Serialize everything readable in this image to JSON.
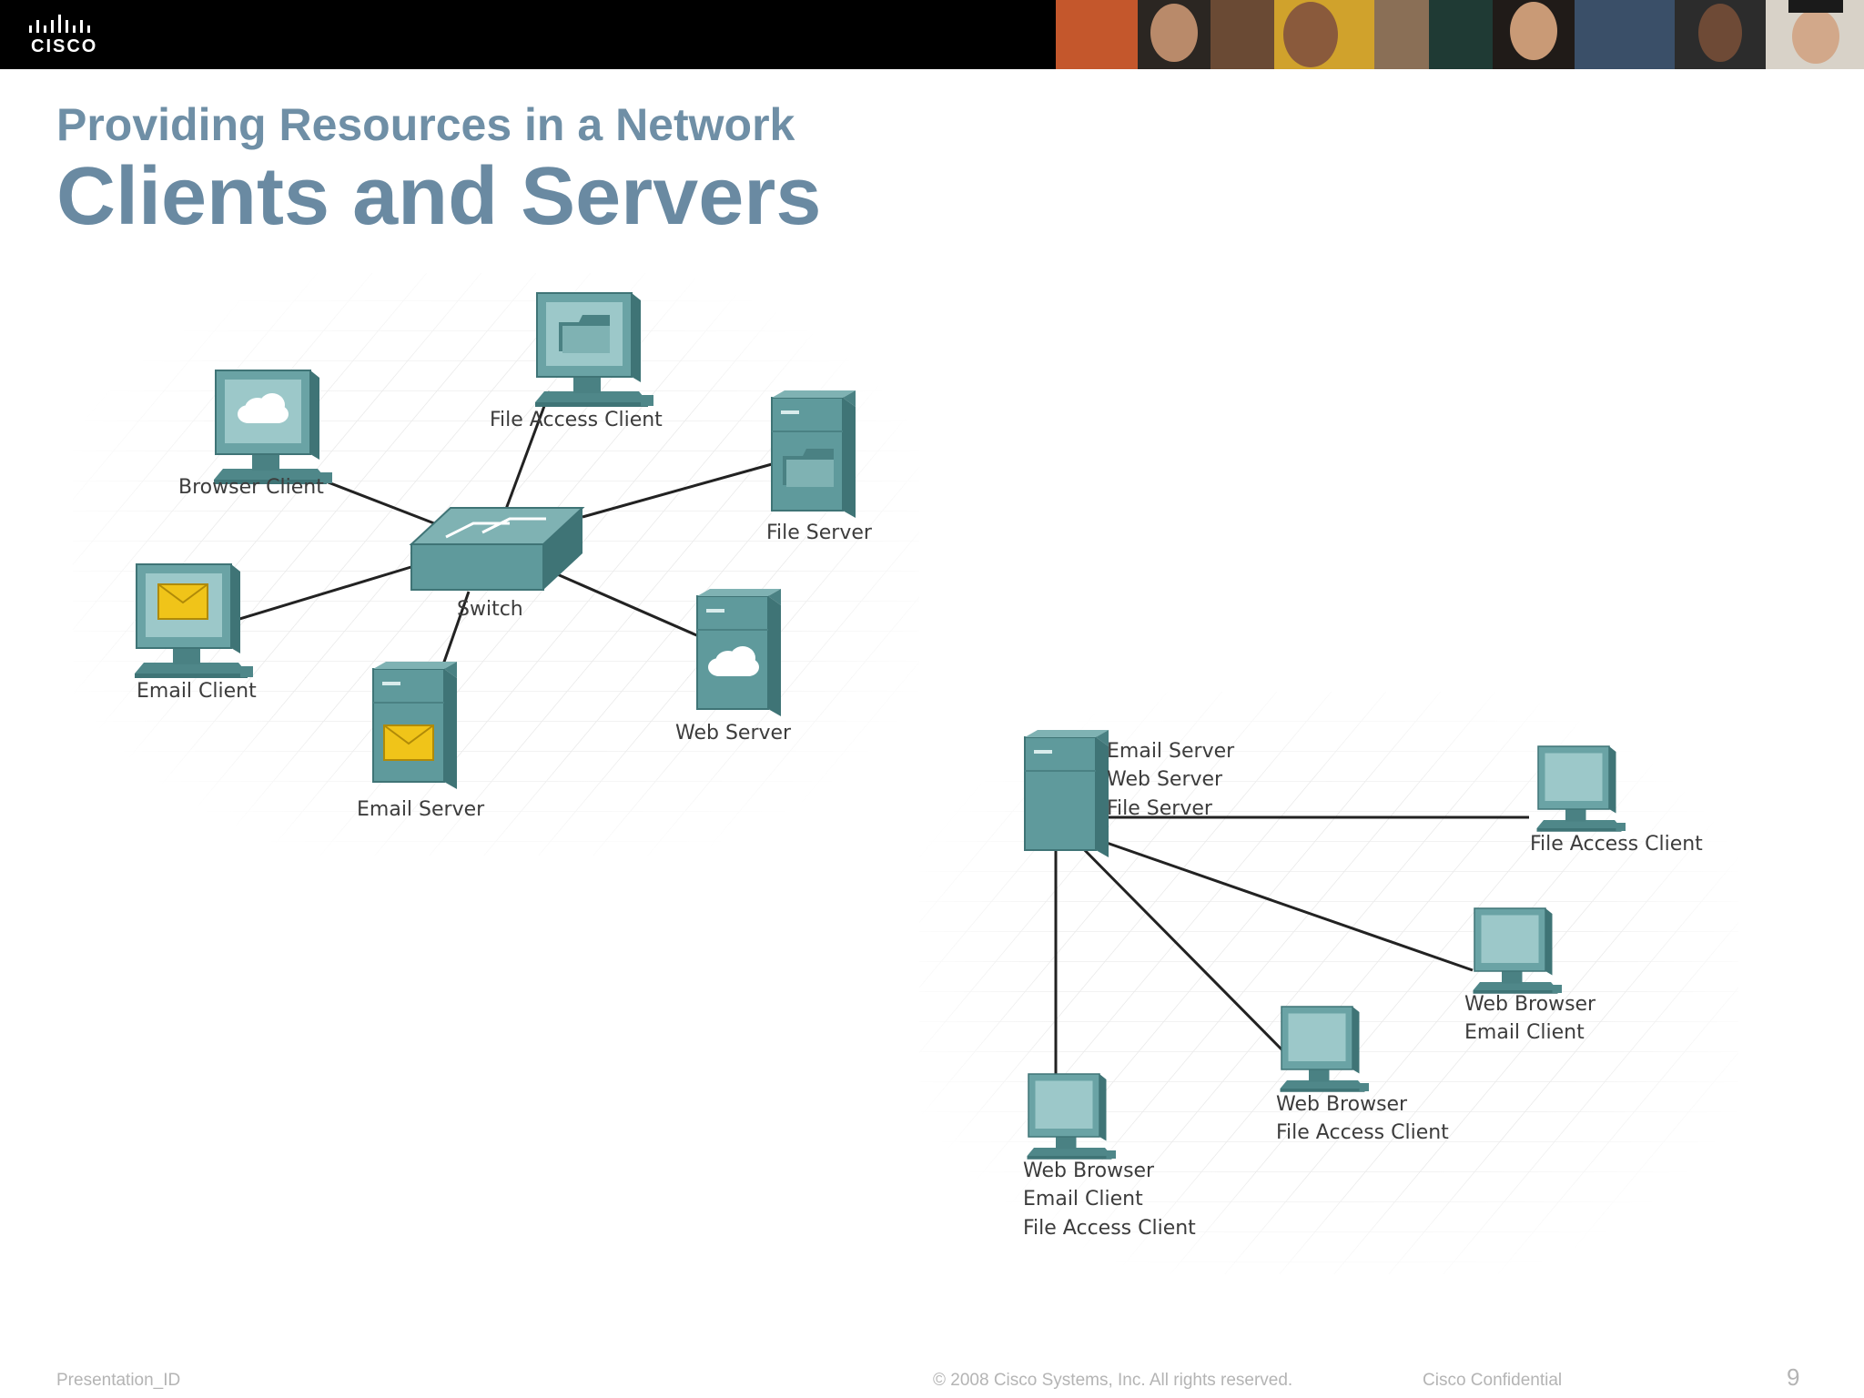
{
  "header": {
    "logo_text": "CISCO",
    "photo_colors": [
      "#c4572c",
      "#2b2622",
      "#6a4a34",
      "#d0a22c",
      "#8a6f56",
      "#1f3a34",
      "#201b18",
      "#3a4f68",
      "#d8d2c8",
      "#2c2c2c"
    ]
  },
  "slide": {
    "subtitle": "Providing Resources in a Network",
    "title": "Clients and Servers"
  },
  "diagram1": {
    "labels": {
      "file_access_client": "File Access Client",
      "browser_client": "Browser Client",
      "file_server": "File Server",
      "switch": "Switch",
      "email_client": "Email Client",
      "web_server": "Web Server",
      "email_server": "Email Server"
    }
  },
  "diagram2": {
    "server_lines": [
      "Email Server",
      "Web Server",
      "File Server"
    ],
    "client_a": [
      "File Access Client"
    ],
    "client_b": [
      "Web Browser",
      "Email Client"
    ],
    "client_c": [
      "Web Browser",
      "File Access Client"
    ],
    "client_d": [
      "Web Browser",
      "Email Client",
      "File Access Client"
    ]
  },
  "colors": {
    "device_teal": "#5f9a9c",
    "device_dark": "#3f7476",
    "device_light": "#88bcbd",
    "envelope": "#f0c419",
    "title_blue": "#6a8aa2"
  },
  "footer": {
    "presentation_id": "Presentation_ID",
    "copyright": "© 2008 Cisco Systems, Inc. All rights reserved.",
    "confidential": "Cisco Confidential",
    "page_number": "9"
  }
}
